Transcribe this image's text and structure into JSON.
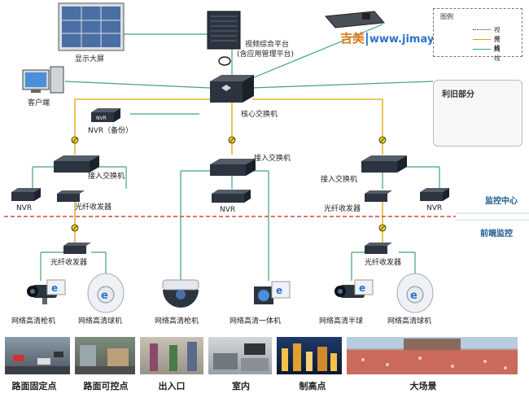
{
  "watermark": {
    "cn": "吉美",
    "sep": "|",
    "en": "www.jimay.com"
  },
  "legend": {
    "title": "图例",
    "items": [
      {
        "label": "视频线",
        "color": "#333333"
      },
      {
        "label": "光纤",
        "color": "#e0a400"
      },
      {
        "label": "网线",
        "color": "#3fa37a"
      }
    ]
  },
  "reuse": {
    "title": "利旧部分"
  },
  "labels": {
    "display_wall": "显示大屏",
    "platform": "视频综合平台",
    "platform_sub": "(含应用管理平台)",
    "client": "客户端",
    "core_switch": "核心交换机",
    "nvr_backup": "NVR（备份）",
    "nvr": "NVR",
    "access_switch": "接入交换机",
    "fiber_transceiver": "光纤收发器",
    "ip_bullet": "网络高清枪机",
    "ip_dome": "网络高清球机",
    "ip_integrated": "网络高清一体机",
    "ip_half_dome": "网络高清半球",
    "device_nvr": "NVR"
  },
  "zones": {
    "center": "监控中心",
    "front": "前端监控"
  },
  "scenes": [
    {
      "label": "路面固定点"
    },
    {
      "label": "路面可控点"
    },
    {
      "label": "出入口"
    },
    {
      "label": "室内"
    },
    {
      "label": "制高点"
    },
    {
      "label": "大场景"
    }
  ],
  "colors": {
    "video": "#333333",
    "fiber": "#e0a400",
    "network": "#3fa37a",
    "zone_line": "#d64545",
    "device": "#2c3440"
  }
}
